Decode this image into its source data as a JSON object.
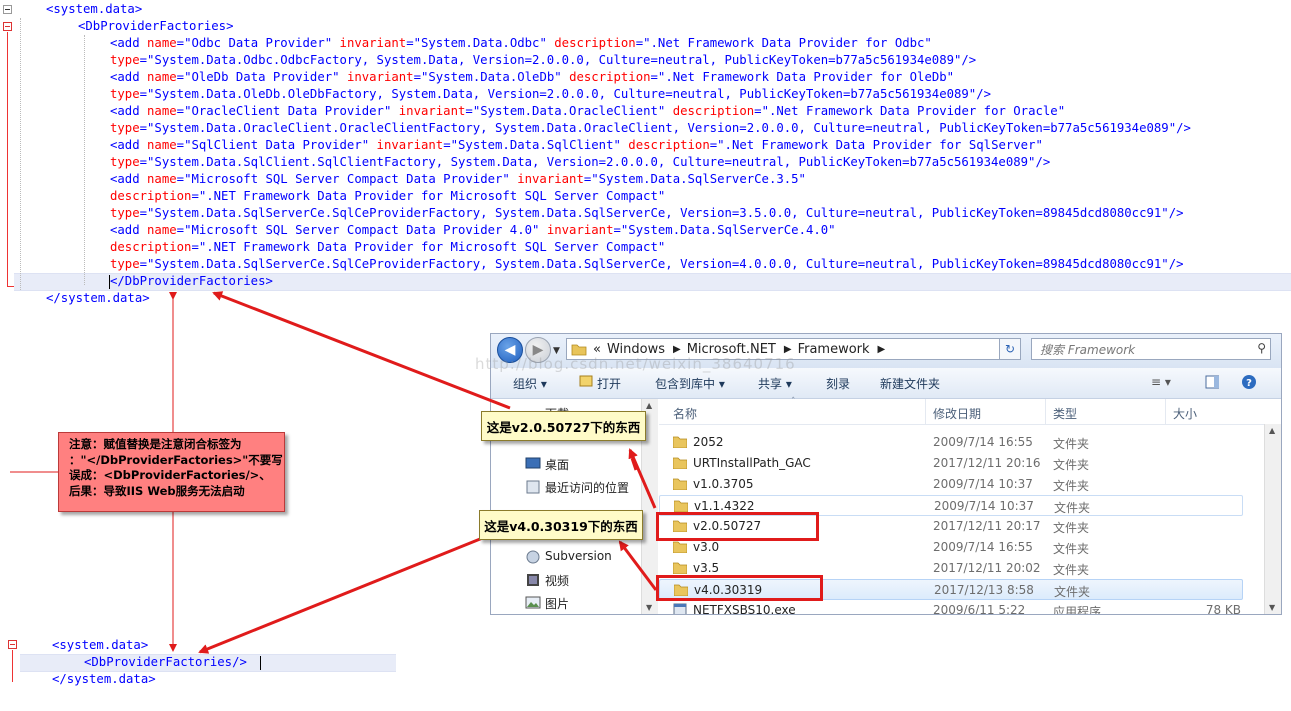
{
  "code_top": [
    {
      "indent": 0,
      "tokens": [
        [
          "t",
          "<system.data>"
        ]
      ]
    },
    {
      "indent": 1,
      "tokens": [
        [
          "t",
          "<DbProviderFactories>"
        ]
      ]
    },
    {
      "indent": 2,
      "tokens": [
        [
          "t",
          "<add "
        ],
        [
          "a",
          "name"
        ],
        [
          "t",
          "="
        ],
        [
          "v",
          "\"Odbc Data Provider\""
        ],
        [
          "a",
          " invariant"
        ],
        [
          "t",
          "="
        ],
        [
          "v",
          "\"System.Data.Odbc\""
        ],
        [
          "a",
          " description"
        ],
        [
          "t",
          "="
        ],
        [
          "v",
          "\".Net Framework Data Provider for Odbc\""
        ]
      ]
    },
    {
      "indent": 2,
      "tokens": [
        [
          "a",
          "type"
        ],
        [
          "t",
          "="
        ],
        [
          "v",
          "\"System.Data.Odbc.OdbcFactory, System.Data, Version=2.0.0.0, Culture=neutral, PublicKeyToken=b77a5c561934e089\""
        ],
        [
          "t",
          "/>"
        ]
      ]
    },
    {
      "indent": 2,
      "tokens": [
        [
          "t",
          "<add "
        ],
        [
          "a",
          "name"
        ],
        [
          "t",
          "="
        ],
        [
          "v",
          "\"OleDb Data Provider\""
        ],
        [
          "a",
          " invariant"
        ],
        [
          "t",
          "="
        ],
        [
          "v",
          "\"System.Data.OleDb\""
        ],
        [
          "a",
          " description"
        ],
        [
          "t",
          "="
        ],
        [
          "v",
          "\".Net Framework Data Provider for OleDb\""
        ]
      ]
    },
    {
      "indent": 2,
      "tokens": [
        [
          "a",
          "type"
        ],
        [
          "t",
          "="
        ],
        [
          "v",
          "\"System.Data.OleDb.OleDbFactory, System.Data, Version=2.0.0.0, Culture=neutral, PublicKeyToken=b77a5c561934e089\""
        ],
        [
          "t",
          "/>"
        ]
      ]
    },
    {
      "indent": 2,
      "tokens": [
        [
          "t",
          "<add "
        ],
        [
          "a",
          "name"
        ],
        [
          "t",
          "="
        ],
        [
          "v",
          "\"OracleClient Data Provider\""
        ],
        [
          "a",
          " invariant"
        ],
        [
          "t",
          "="
        ],
        [
          "v",
          "\"System.Data.OracleClient\""
        ],
        [
          "a",
          " description"
        ],
        [
          "t",
          "="
        ],
        [
          "v",
          "\".Net Framework Data Provider for Oracle\""
        ]
      ]
    },
    {
      "indent": 2,
      "tokens": [
        [
          "a",
          "type"
        ],
        [
          "t",
          "="
        ],
        [
          "v",
          "\"System.Data.OracleClient.OracleClientFactory, System.Data.OracleClient, Version=2.0.0.0, Culture=neutral, PublicKeyToken=b77a5c561934e089\""
        ],
        [
          "t",
          "/>"
        ]
      ]
    },
    {
      "indent": 2,
      "tokens": [
        [
          "t",
          "<add "
        ],
        [
          "a",
          "name"
        ],
        [
          "t",
          "="
        ],
        [
          "v",
          "\"SqlClient Data Provider\""
        ],
        [
          "a",
          " invariant"
        ],
        [
          "t",
          "="
        ],
        [
          "v",
          "\"System.Data.SqlClient\""
        ],
        [
          "a",
          " description"
        ],
        [
          "t",
          "="
        ],
        [
          "v",
          "\".Net Framework Data Provider for SqlServer\""
        ]
      ]
    },
    {
      "indent": 2,
      "tokens": [
        [
          "a",
          "type"
        ],
        [
          "t",
          "="
        ],
        [
          "v",
          "\"System.Data.SqlClient.SqlClientFactory, System.Data, Version=2.0.0.0, Culture=neutral, PublicKeyToken=b77a5c561934e089\""
        ],
        [
          "t",
          "/>"
        ]
      ]
    },
    {
      "indent": 2,
      "tokens": [
        [
          "t",
          "<add "
        ],
        [
          "a",
          "name"
        ],
        [
          "t",
          "="
        ],
        [
          "v",
          "\"Microsoft SQL Server Compact Data Provider\""
        ],
        [
          "a",
          " invariant"
        ],
        [
          "t",
          "="
        ],
        [
          "v",
          "\"System.Data.SqlServerCe.3.5\""
        ]
      ]
    },
    {
      "indent": 2,
      "tokens": [
        [
          "a",
          "description"
        ],
        [
          "t",
          "="
        ],
        [
          "v",
          "\".NET Framework Data Provider for Microsoft SQL Server Compact\""
        ]
      ]
    },
    {
      "indent": 2,
      "tokens": [
        [
          "a",
          "type"
        ],
        [
          "t",
          "="
        ],
        [
          "v",
          "\"System.Data.SqlServerCe.SqlCeProviderFactory, System.Data.SqlServerCe, Version=3.5.0.0, Culture=neutral, PublicKeyToken=89845dcd8080cc91\""
        ],
        [
          "t",
          "/>"
        ]
      ]
    },
    {
      "indent": 2,
      "tokens": [
        [
          "t",
          "<add "
        ],
        [
          "a",
          "name"
        ],
        [
          "t",
          "="
        ],
        [
          "v",
          "\"Microsoft SQL Server Compact Data Provider 4.0\""
        ],
        [
          "a",
          " invariant"
        ],
        [
          "t",
          "="
        ],
        [
          "v",
          "\"System.Data.SqlServerCe.4.0\""
        ]
      ]
    },
    {
      "indent": 2,
      "tokens": [
        [
          "a",
          "description"
        ],
        [
          "t",
          "="
        ],
        [
          "v",
          "\".NET Framework Data Provider for Microsoft SQL Server Compact\""
        ]
      ]
    },
    {
      "indent": 2,
      "tokens": [
        [
          "a",
          "type"
        ],
        [
          "t",
          "="
        ],
        [
          "v",
          "\"System.Data.SqlServerCe.SqlCeProviderFactory, System.Data.SqlServerCe, Version=4.0.0.0, Culture=neutral, PublicKeyToken=89845dcd8080cc91\""
        ],
        [
          "t",
          "/>"
        ]
      ]
    },
    {
      "indent": 2,
      "tokens": [
        [
          "t",
          "</DbProviderFactories>"
        ]
      ]
    },
    {
      "indent": 0,
      "tokens": [
        [
          "t",
          "</system.data>"
        ]
      ]
    }
  ],
  "code_bottom": [
    {
      "indent": 0,
      "tokens": [
        [
          "t",
          "<system.data>"
        ]
      ]
    },
    {
      "indent": 1,
      "tokens": [
        [
          "t",
          "<DbProviderFactories/>"
        ]
      ]
    },
    {
      "indent": 0,
      "tokens": [
        [
          "t",
          "</system.data>"
        ]
      ]
    }
  ],
  "explorer": {
    "breadcrumb": [
      "«",
      "Windows",
      "Microsoft.NET",
      "Framework"
    ],
    "search_placeholder": "搜索 Framework",
    "toolbar": {
      "organize": "组织",
      "open": "打开",
      "include": "包含到库中",
      "share": "共享",
      "burn": "刻录",
      "new_folder": "新建文件夹"
    },
    "nav_items": [
      "下载",
      "桌面",
      "最近访问的位置",
      "Subversion",
      "视频",
      "图片"
    ],
    "columns": {
      "name": "名称",
      "date": "修改日期",
      "type": "类型",
      "size": "大小"
    },
    "files": [
      {
        "name": "2052",
        "date": "2009/7/14 16:55",
        "type": "文件夹",
        "size": ""
      },
      {
        "name": "URTInstallPath_GAC",
        "date": "2017/12/11 20:16",
        "type": "文件夹",
        "size": ""
      },
      {
        "name": "v1.0.3705",
        "date": "2009/7/14 10:37",
        "type": "文件夹",
        "size": ""
      },
      {
        "name": "v1.1.4322",
        "date": "2009/7/14 10:37",
        "type": "文件夹",
        "size": ""
      },
      {
        "name": "v2.0.50727",
        "date": "2017/12/11 20:17",
        "type": "文件夹",
        "size": ""
      },
      {
        "name": "v3.0",
        "date": "2009/7/14 16:55",
        "type": "文件夹",
        "size": ""
      },
      {
        "name": "v3.5",
        "date": "2017/12/11 20:02",
        "type": "文件夹",
        "size": ""
      },
      {
        "name": "v4.0.30319",
        "date": "2017/12/13 8:58",
        "type": "文件夹",
        "size": ""
      },
      {
        "name": "NETFXSBS10.exe",
        "date": "2009/6/11 5:22",
        "type": "应用程序",
        "size": "78 KB"
      }
    ],
    "watermark": "http://blog.csdn.net/weixin_38640716"
  },
  "annotations": {
    "callout_v2": "这是v2.0.50727下的东西",
    "callout_v4": "这是v4.0.30319下的东西",
    "note_lines": [
      "注意：赋值替换是注意闭合标签为",
      "：\"</DbProviderFactories>\"不要写",
      "误成：<DbProviderFactories/>、",
      "后果：导致IIS Web服务无法启动"
    ]
  },
  "colors": {
    "tag": "#0000ff",
    "attr": "#ff0000",
    "value": "#0000ff",
    "arrow": "#e01b1b",
    "note_bg": "#ff8080",
    "callout_bg": "#fffbc8"
  }
}
